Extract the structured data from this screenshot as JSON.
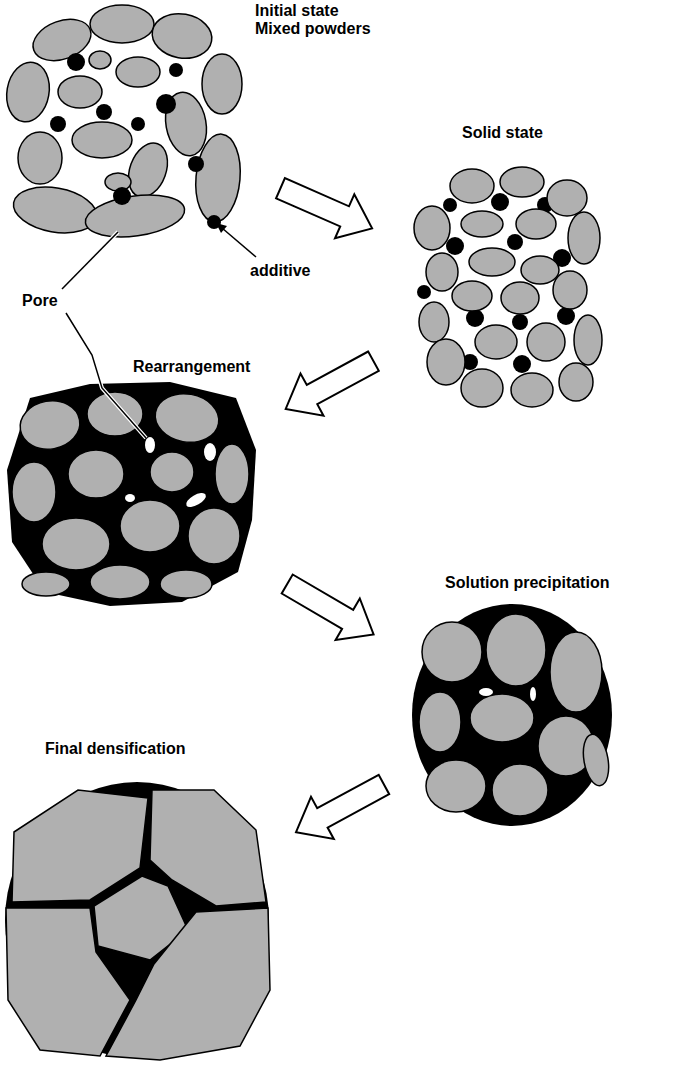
{
  "diagram": {
    "nodes": [
      {
        "text": [
          "Initial state Mixed powders"
        ]
      },
      {
        "text": [
          "Solid state"
        ]
      },
      {
        "text": [
          "Rearrangement"
        ]
      },
      {
        "text": [
          "Solution precipitation"
        ]
      },
      {
        "text": [
          "Final densification"
        ]
      }
    ],
    "edges": [
      {
        "from": 0,
        "to": 1,
        "arrow": "to"
      },
      {
        "from": 1,
        "to": 2,
        "arrow": "to"
      },
      {
        "from": 2,
        "to": 3,
        "arrow": "to"
      },
      {
        "from": 3,
        "to": 4,
        "arrow": "to"
      }
    ],
    "labels": [
      "additive",
      "Pore"
    ]
  }
}
